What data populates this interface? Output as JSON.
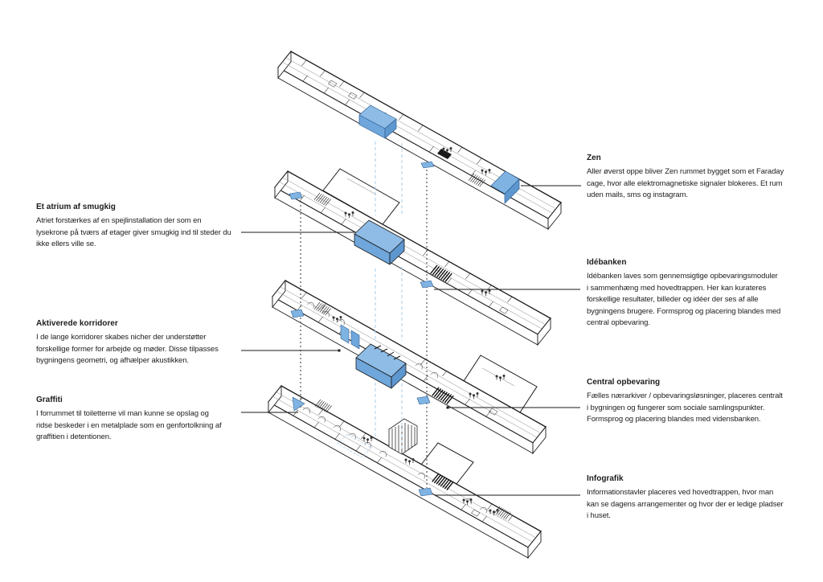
{
  "page": {
    "background": "#ffffff"
  },
  "colors": {
    "accent_blue": "#7FB3E2",
    "accent_blue_light": "#8FBCE6",
    "accent_blue_dark": "#5E97CF",
    "accent_blue_mid": "#6FA6DB",
    "dashed_blue": "#A9CCE9",
    "line": "#1a1a1a",
    "text": "#1d1d1f"
  },
  "annotations": {
    "left": [
      {
        "title": "Et atrium af smugkig",
        "body": "Atriet forstærkes af en spejlinstallation der som en\nlysekrone på tværs af etager giver smugkig ind til steder du\nikke ellers ville se."
      },
      {
        "title": "Aktiverede korridorer",
        "body": "I de lange korridorer skabes nicher der understøtter\nforskellige former for arbejde og møder. Disse tilpasses\nbygningens geometri, og afhælper akustikken."
      },
      {
        "title": "Graffiti",
        "body": "I forrummet til toiletterne vil man kunne se opslag og\nridse beskeder i en metalplade som en genfortolkning af\ngraffitien i detentionen."
      }
    ],
    "right": [
      {
        "title": "Zen",
        "body": "Aller øverst oppe bliver Zen rummet bygget som et Faraday\ncage, hvor alle elektromagnetiske signaler blokeres. Et rum\nuden mails, sms og instagram."
      },
      {
        "title": "Idébanken",
        "body": "Idébanken laves som gennemsigtige opbevaringsmoduler\ni sammenhæng med hovedtrappen. Her kan kurateres\nforskellige resultater, billeder og idéer der ses af alle\nbygningens brugere. Formsprog og placering blandes med\ncentral opbevaring."
      },
      {
        "title": "Central opbevaring",
        "body": "Fælles nærarkiver / opbevaringsløsninger, placeres centralt\ni bygningen og fungerer som sociale samlingspunkter.\nFormsprog og placering blandes med vidensbanken."
      },
      {
        "title": "Infografik",
        "body": "Informationstavler placeres ved hovedtrappen, hvor man\nkan se dagens arrangementer og hvor der er ledige pladser\ni huset."
      }
    ]
  }
}
